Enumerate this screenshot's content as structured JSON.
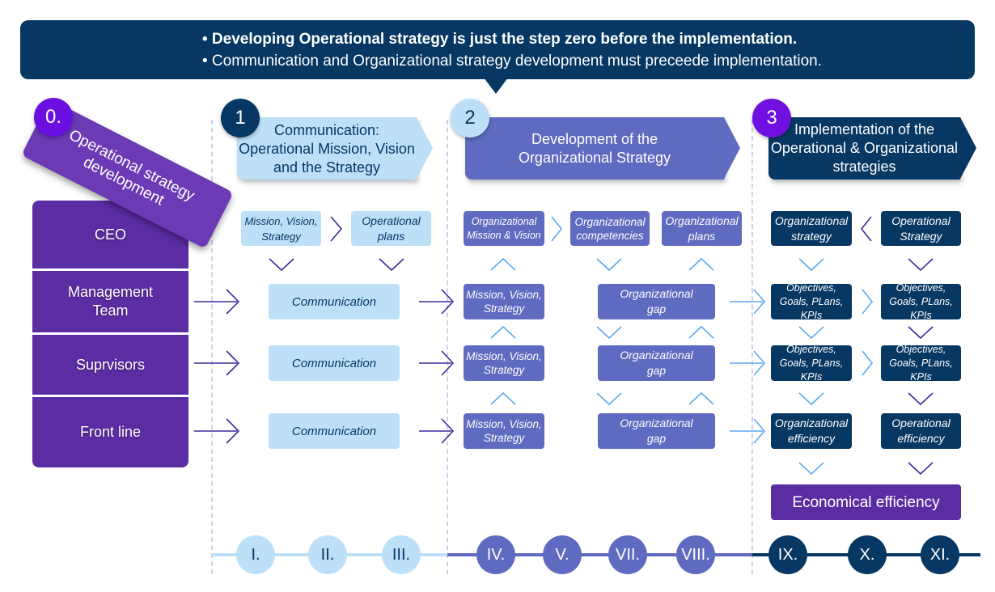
{
  "banner": {
    "line1": "• Developing Operational strategy is just the step zero before the implementation.",
    "line2": "• Communication and Organizational strategy development must preceede implementation."
  },
  "stage0": {
    "number": "0.",
    "title": "Operational strategy development"
  },
  "roles": [
    "CEO",
    "Management Team",
    "Suprvisors",
    "Front line"
  ],
  "stages": [
    {
      "number": "1",
      "title": "Communication: Operational Mission, Vision and the Strategy",
      "color": "#bde0f8"
    },
    {
      "number": "2",
      "title": "Development of the Organizational Strategy",
      "color": "#5e6bc0"
    },
    {
      "number": "3",
      "title": "Implementation of the Operational & Organizational strategies",
      "color": "#073763"
    }
  ],
  "stage1": {
    "ceo": [
      "Mission, Vision, Strategy",
      "Operational plans"
    ],
    "communication": "Communication"
  },
  "stage2": {
    "ceo": [
      "Organizational Mission & Vision",
      "Organizational competencies",
      "Organizational plans"
    ],
    "mvs": "Mission, Vision, Strategy",
    "gap": "Organizational gap"
  },
  "stage3": {
    "ceo": [
      "Organizational strategy",
      "Operational Strategy"
    ],
    "objectives": "Objectives, Goals, PLans, KPIs",
    "org_efficiency": "Organizational efficiency",
    "op_efficiency": "Operational efficiency",
    "economical": "Economical efficiency"
  },
  "timeline": [
    "I.",
    "II.",
    "III.",
    "IV.",
    "V.",
    "VII.",
    "VIII.",
    "IX.",
    "X.",
    "XI."
  ],
  "colors": {
    "navy": "#073763",
    "light_blue": "#bde0f8",
    "periwinkle": "#5e6bc0",
    "purple": "#5b2da3",
    "violet": "#6a0fe0"
  }
}
